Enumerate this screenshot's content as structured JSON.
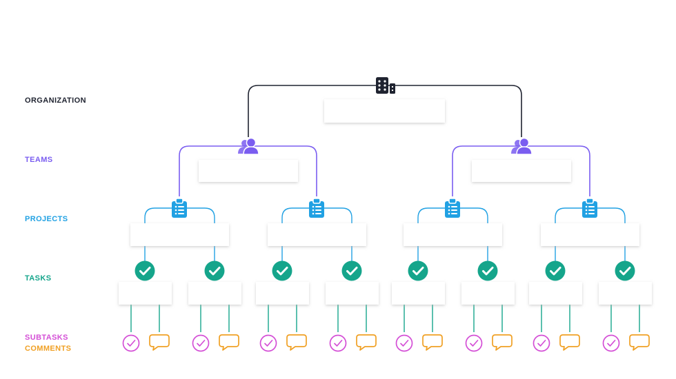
{
  "levels": {
    "organization": "ORGANIZATION",
    "teams": "TEAMS",
    "projects": "PROJECTS",
    "tasks": "TASKS",
    "subtasks": "SUBTASKS",
    "comments": "COMMENTS"
  },
  "colors": {
    "organization": "#1f2330",
    "teams": "#7a5df0",
    "projects": "#21a1e3",
    "tasks": "#15a58b",
    "subtasks": "#d44fd6",
    "comments": "#f0a024",
    "box_shadow": "#c9c9c9"
  },
  "icons": {
    "organization": "building-icon",
    "teams": "people-icon",
    "projects": "clipboard-icon",
    "tasks": "check-circle-icon",
    "subtasks": "check-outline-icon",
    "comments": "speech-bubble-icon"
  },
  "structure": {
    "organizations": 1,
    "teams_per_organization": 2,
    "projects_per_team": 2,
    "tasks_per_project": 2,
    "subtasks_per_task": 1,
    "comments_per_task": 1
  }
}
